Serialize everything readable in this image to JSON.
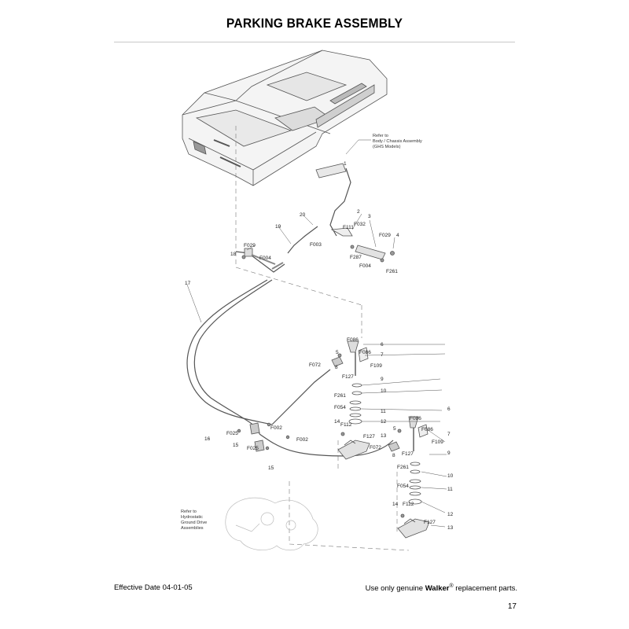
{
  "page": {
    "title": "PARKING BRAKE ASSEMBLY",
    "effective_date": "Effective Date 04-01-05",
    "footer_prefix": "Use only genuine ",
    "footer_brand": "Walker",
    "footer_reg": "®",
    "footer_suffix": " replacement parts.",
    "page_number": "17"
  },
  "notes": {
    "body_chassis": [
      "Refer to",
      "Body / Chassis Assembly",
      "(GHS Models)"
    ],
    "hydrostatic": [
      "Refer to",
      "Hydrostatic",
      "Ground Drive",
      "Assemblies"
    ]
  },
  "callouts": [
    "1",
    "2",
    "3",
    "4",
    "F111",
    "F032",
    "F029",
    "F287",
    "F004",
    "F261",
    "20",
    "19",
    "F003",
    "F029",
    "18",
    "F004",
    "17",
    "F086",
    "6",
    "F086",
    "7",
    "5",
    "F072",
    "8",
    "F109",
    "F127",
    "9",
    "F261",
    "10",
    "F054",
    "11",
    "12",
    "14",
    "F112",
    "F127",
    "13",
    "F086",
    "6",
    "F086",
    "7",
    "5",
    "F072",
    "8",
    "F127",
    "F109",
    "9",
    "F261",
    "10",
    "F054",
    "11",
    "14",
    "F112",
    "12",
    "F127",
    "13",
    "16",
    "F025",
    "F002",
    "15",
    "F002",
    "F025",
    "15"
  ]
}
